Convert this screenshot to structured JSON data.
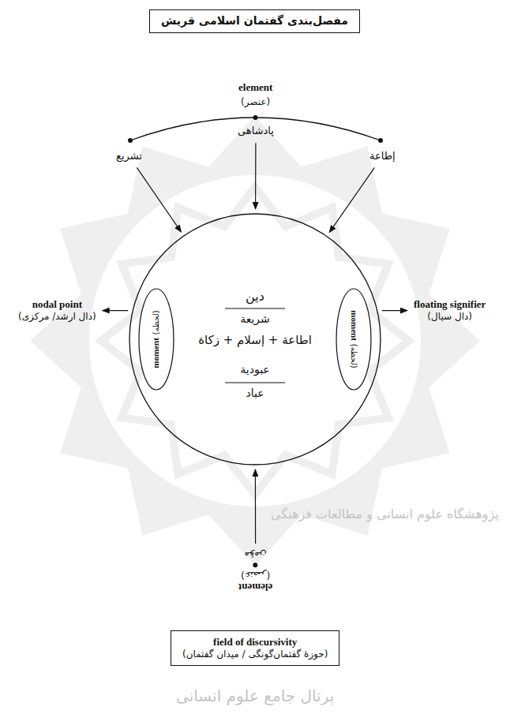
{
  "diagram": {
    "title": "مفصل‌بندی گفتمان اسلامی قریش",
    "nodes": [
      {
        "text": [
          "تشریع"
        ]
      },
      {
        "text": [
          "پادشاهی"
        ]
      },
      {
        "text": [
          "إطاعة"
        ]
      },
      {
        "text": [
          "دین",
          "شریعة",
          "اطاعة + إسلام + زكاة",
          "عبودیة",
          "عباد"
        ]
      },
      {
        "text": [
          "moment",
          "(لحظه)"
        ],
        "in": 3
      },
      {
        "text": [
          "moment",
          "(لحظه)"
        ],
        "in": 3
      },
      {
        "text": [
          "nodal point",
          "(دال ارشد/ مرکزی)"
        ]
      },
      {
        "text": [
          "floating signifier",
          "(دال سیال)"
        ]
      },
      {
        "text": [
          "element",
          "(عنصر)",
          "مؤمن"
        ]
      },
      {
        "text": [
          "field of discursivity",
          "(حوزهٔ گفتمان‌گونگی / میدان گفتمان)"
        ]
      }
    ],
    "edges": [
      {
        "from": 0,
        "to": 3,
        "arrow": "to"
      },
      {
        "from": 1,
        "to": 3,
        "arrow": "to"
      },
      {
        "from": 2,
        "to": 3,
        "arrow": "to"
      },
      {
        "from": 3,
        "to": 6,
        "arrow": "to"
      },
      {
        "from": 3,
        "to": 7,
        "arrow": "to"
      },
      {
        "from": 8,
        "to": 3,
        "arrow": "to"
      }
    ],
    "labels": [
      "element",
      "(عنصر)",
      "پژوهشگاه علوم انسانی و مطالعات فرهنگی",
      "پرتال جامع علوم انسانی"
    ]
  }
}
